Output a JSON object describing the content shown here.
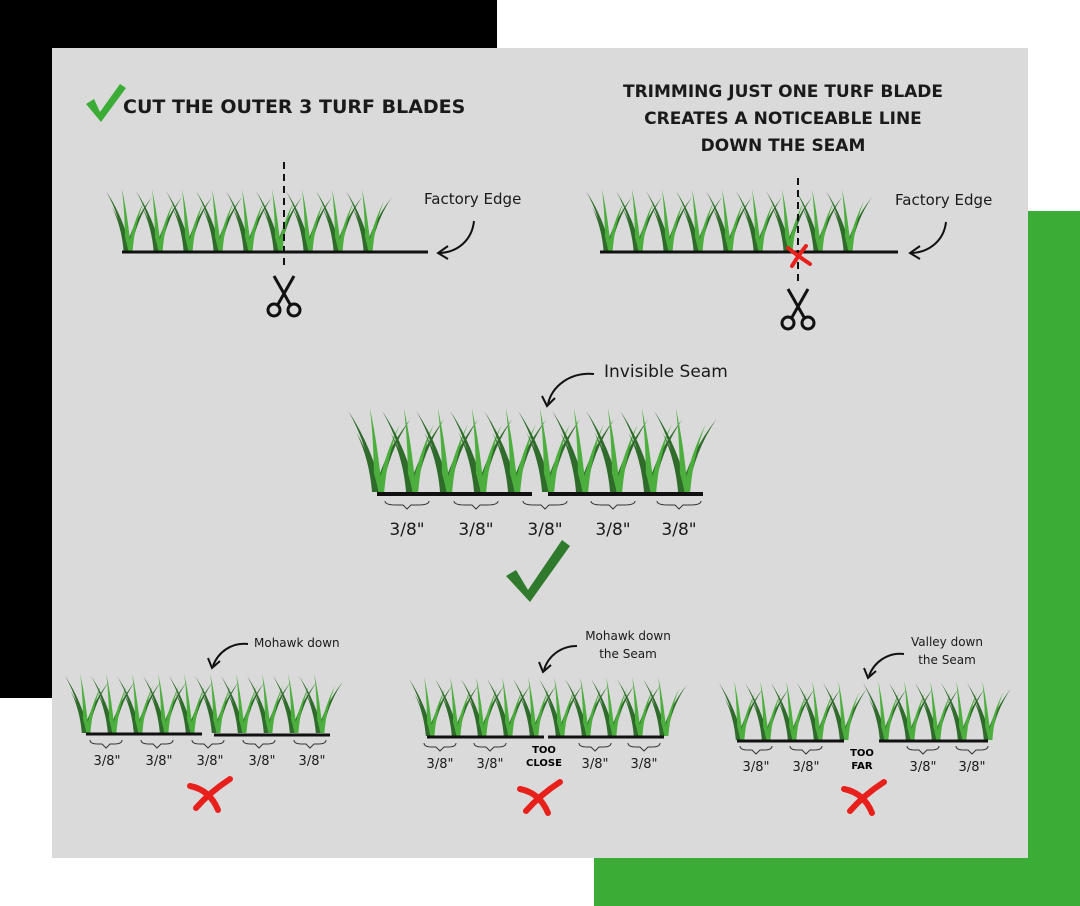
{
  "colors": {
    "accent_green": "#3bad36",
    "grass_dark": "#2f6b2b",
    "grass_light": "#4cae3d",
    "check_green": "#2f7a2c",
    "error_red": "#e8201c",
    "card_bg": "#dadada"
  },
  "top_left": {
    "check_icon": "checkmark-icon",
    "title": "CUT THE OUTER 3 TURF BLADES",
    "factory_edge": "Factory Edge"
  },
  "top_right": {
    "title_lines": [
      "TRIMMING JUST ONE TURF BLADE",
      "CREATES A NOTICEABLE LINE",
      "DOWN THE SEAM"
    ],
    "factory_edge": "Factory Edge"
  },
  "middle": {
    "invisible_seam": "Invisible Seam",
    "measurements": [
      "3/8\"",
      "3/8\"",
      "3/8\"",
      "3/8\"",
      "3/8\""
    ]
  },
  "bottom": {
    "panel1": {
      "label": "Mohawk down",
      "measurements": [
        "3/8\"",
        "3/8\"",
        "3/8\"",
        "3/8\"",
        "3/8\""
      ]
    },
    "panel2": {
      "label_lines": [
        "Mohawk down",
        "the Seam"
      ],
      "measurements": [
        "3/8\"",
        "3/8\"",
        "3/8\"",
        "3/8\""
      ],
      "gap_tag": [
        "TOO",
        "CLOSE"
      ]
    },
    "panel3": {
      "label_lines": [
        "Valley down",
        "the Seam"
      ],
      "measurements": [
        "3/8\"",
        "3/8\"",
        "3/8\"",
        "3/8\""
      ],
      "gap_tag": [
        "TOO",
        "FAR"
      ]
    }
  }
}
